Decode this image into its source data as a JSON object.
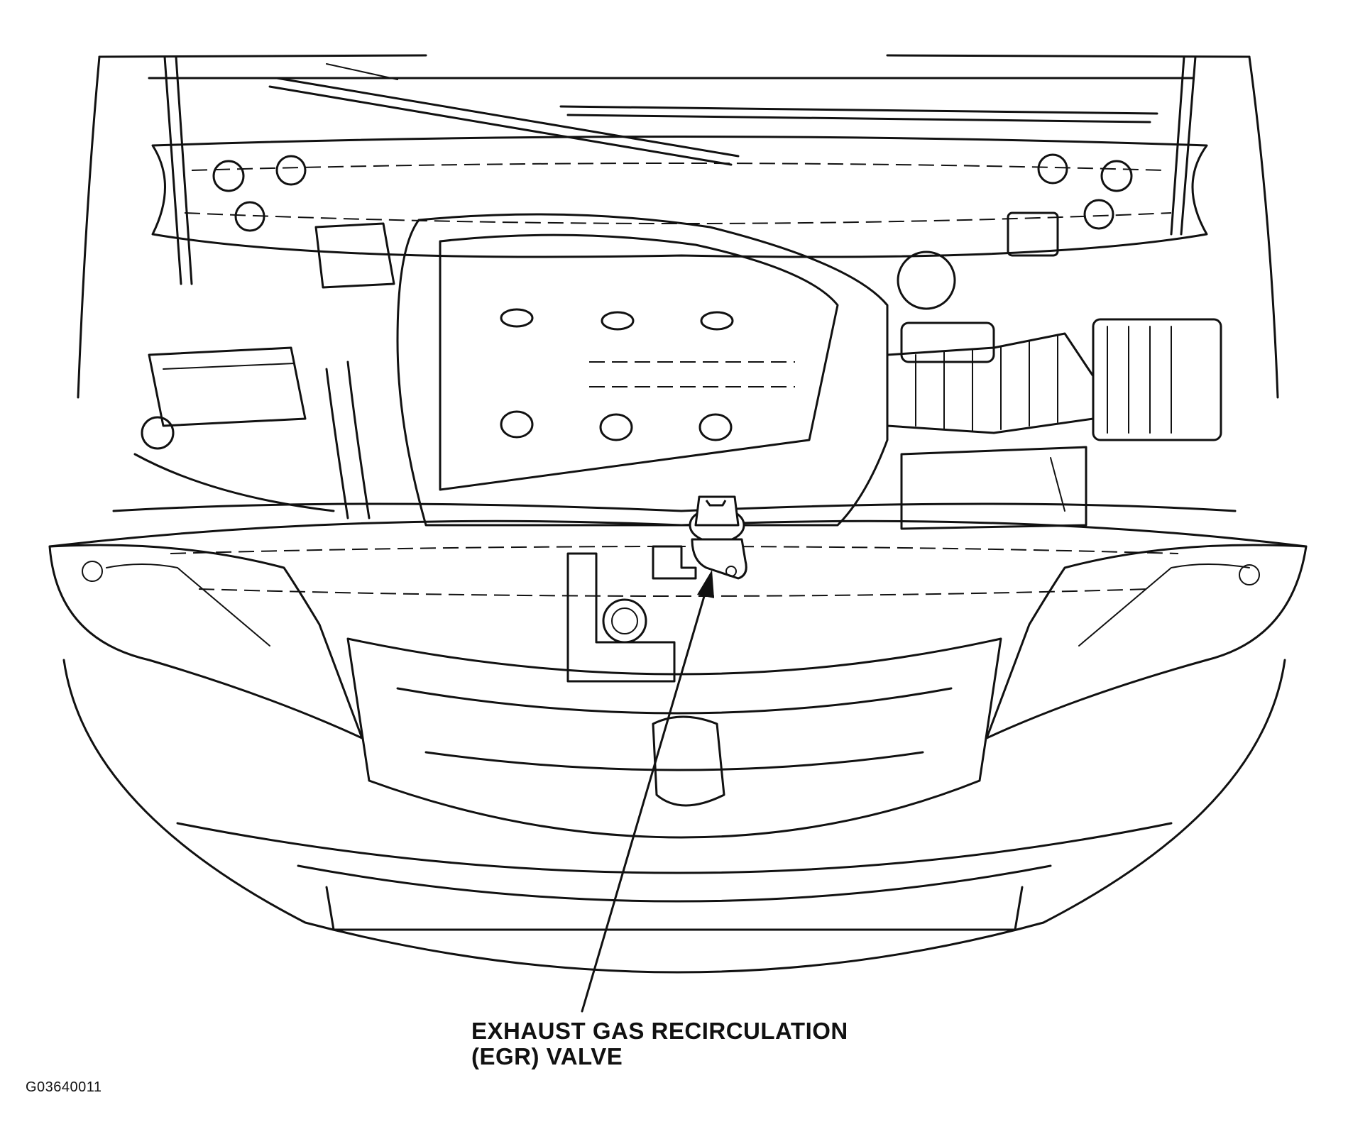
{
  "callout": {
    "line1": "EXHAUST GAS RECIRCULATION",
    "line2": "(EGR) VALVE"
  },
  "figure_id": "G03640011"
}
